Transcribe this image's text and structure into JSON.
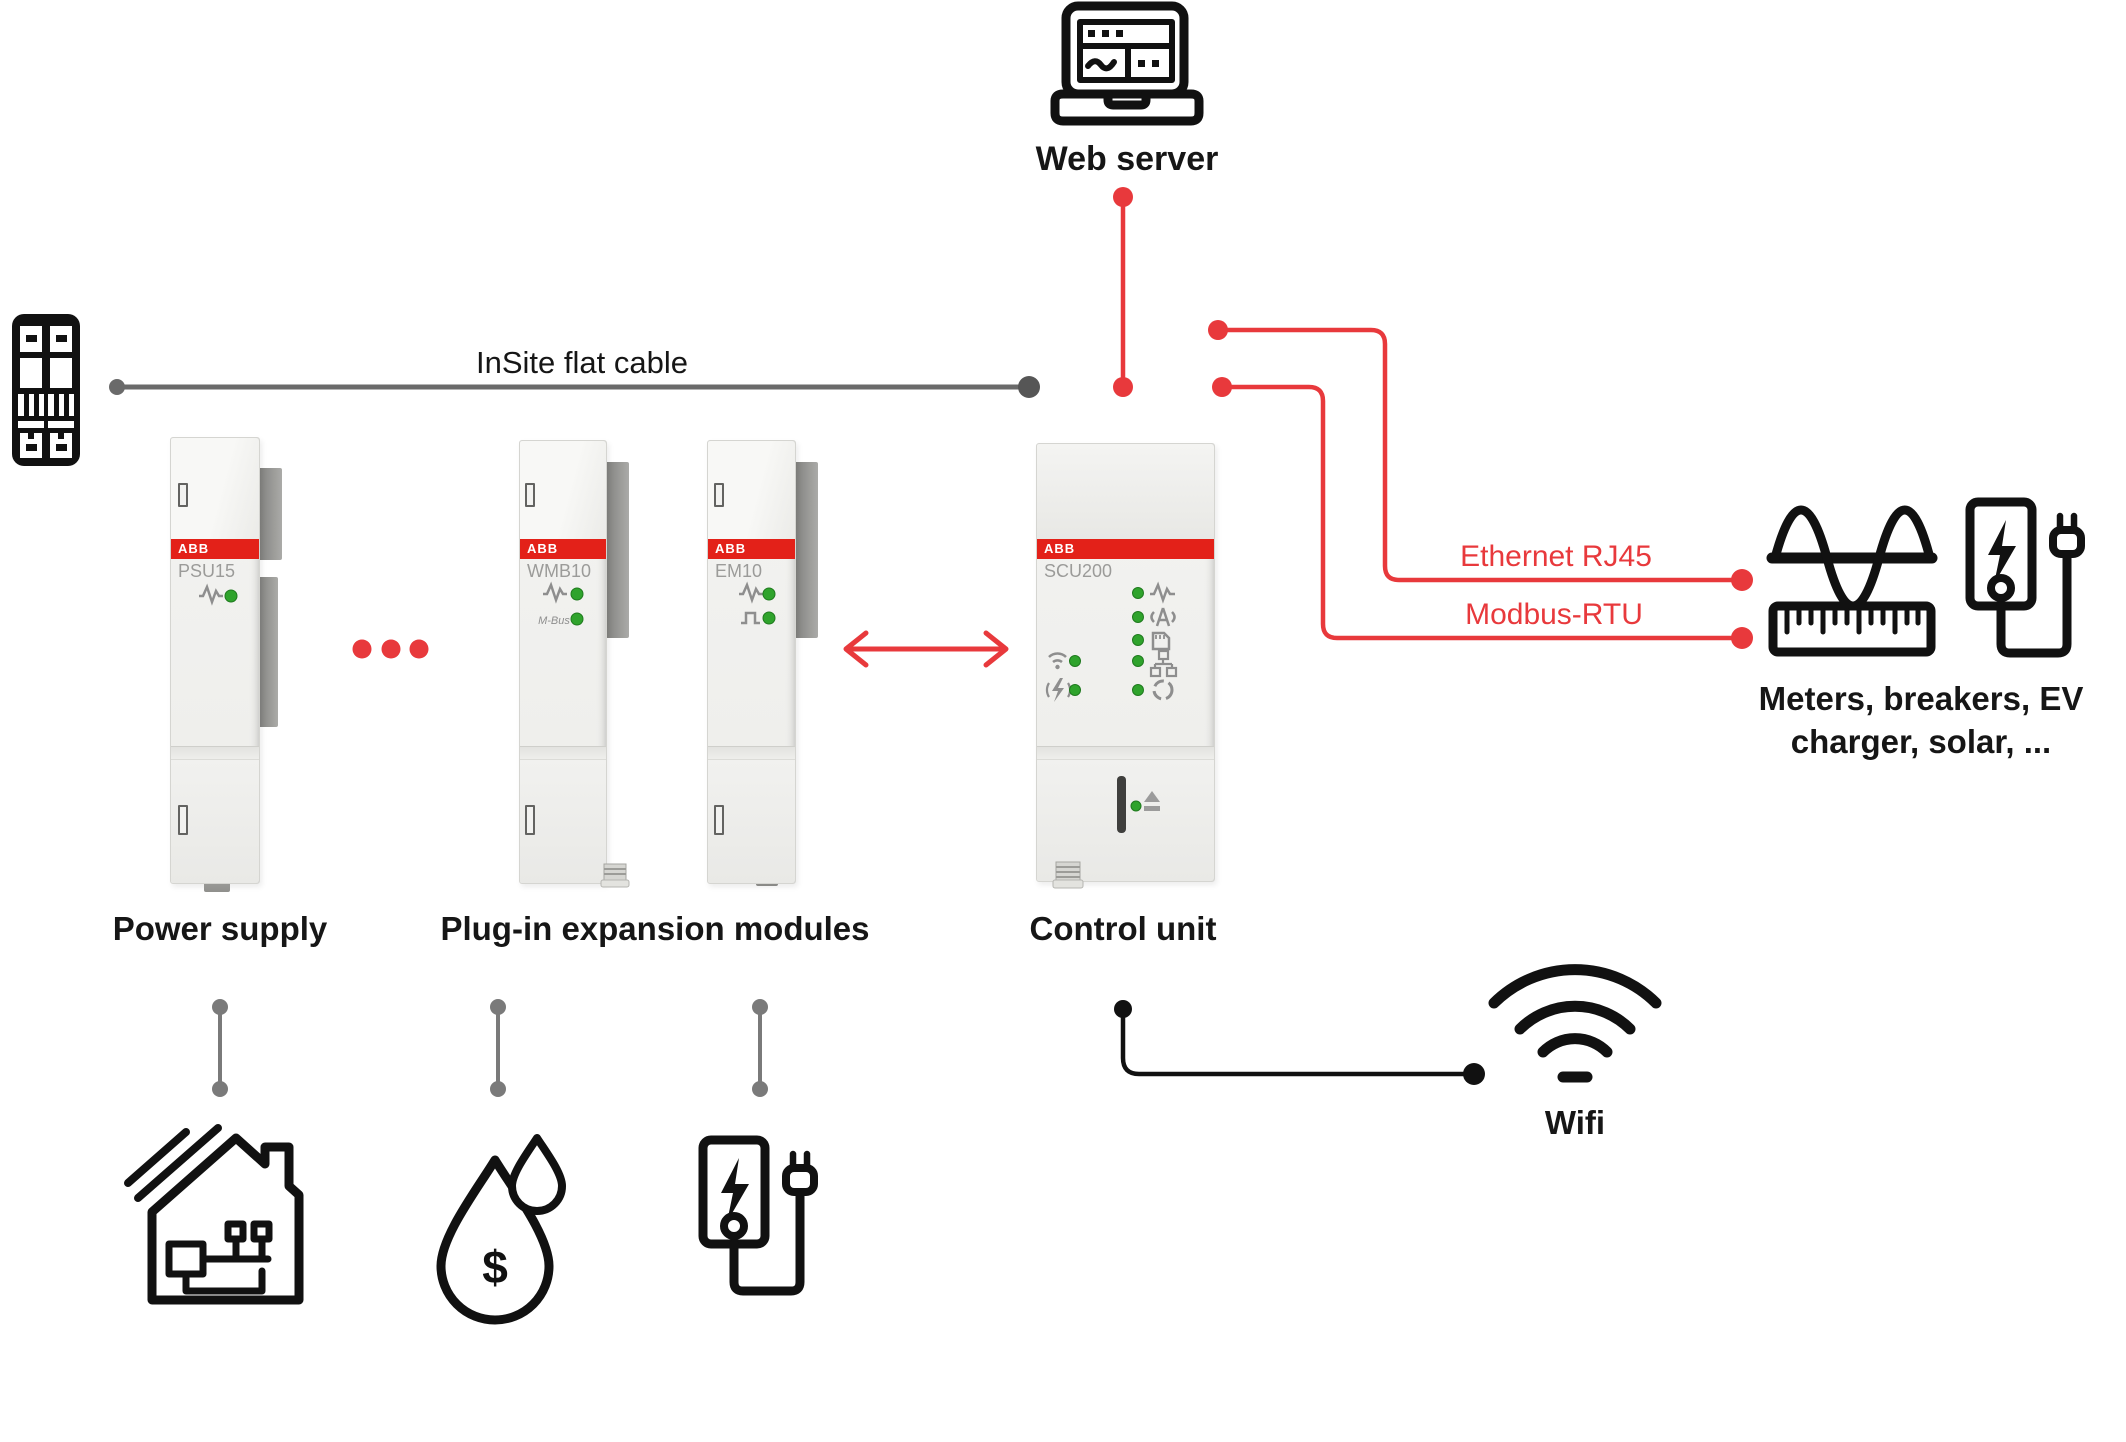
{
  "header": {
    "web_server_label": "Web server"
  },
  "bus": {
    "flat_cable_label": "InSite flat cable"
  },
  "links": {
    "ethernet_label": "Ethernet RJ45",
    "modbus_label": "Modbus-RTU"
  },
  "modules": [
    {
      "brand": "ABB",
      "model": "PSU15"
    },
    {
      "brand": "ABB",
      "model": "WMB10",
      "port_label": "M-Bus"
    },
    {
      "brand": "ABB",
      "model": "EM10"
    },
    {
      "brand": "ABB",
      "model": "SCU200"
    }
  ],
  "captions": {
    "power_supply": "Power supply",
    "expansion_modules": "Plug-in expansion modules",
    "control_unit": "Control unit",
    "wifi": "Wifi",
    "devices": "Meters, breakers, EV charger, solar, ..."
  },
  "icons": {
    "dollar_glyph": "$",
    "web_server": "laptop-icon",
    "left_device": "circuit-breaker-icon",
    "right_device_1": "meter-sine-ruler-icon",
    "right_device_2": "ev-charger-icon",
    "bottom_1": "smart-home-icon",
    "bottom_2": "water-cost-drop-icon",
    "bottom_3": "ev-charger-icon",
    "wireless": "wifi-icon"
  },
  "colors": {
    "abb_band_red": "#e32119",
    "wire_red": "#e8393c",
    "wire_gray": "#6a6a6a",
    "wire_black": "#111111",
    "led_green": "#2fa32c",
    "model_text_gray": "#9b9b99"
  }
}
